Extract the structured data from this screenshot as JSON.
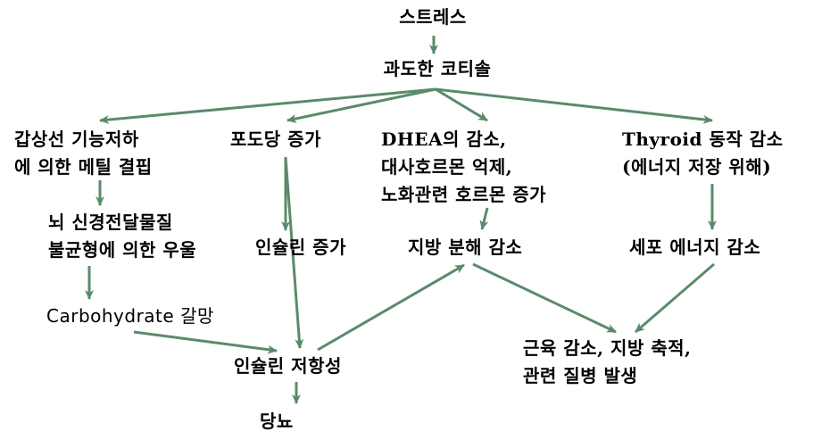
{
  "colors": {
    "arrow": "#5b8a6b",
    "text": "#000000",
    "background": "#ffffff"
  },
  "nodes": {
    "stress": "스트레스",
    "cortisol": "과도한 코티솔",
    "thyroid_hypo": "갑상선 기능저하\n에 의한 메틸 결핍",
    "glucose_up": "포도당 증가",
    "dhea": "DHEA의 감소,\n대사호르몬 억제,\n노화관련 호르몬 증가",
    "thyroid_action": "Thyroid 동작 감소\n(에너지 저장 위해)",
    "neuro": "뇌 신경전달물질\n불균형에 의한 우울",
    "insulin_up": "인슐린 증가",
    "fat_breakdown": "지방 분해 감소",
    "cell_energy": "세포 에너지 감소",
    "carb_craving": "Carbohydrate 갈망",
    "insulin_resistance": "인슐린 저항성",
    "muscle": "근육 감소, 지방 축적,\n관련 질병 발생",
    "diabetes": "당뇨"
  }
}
